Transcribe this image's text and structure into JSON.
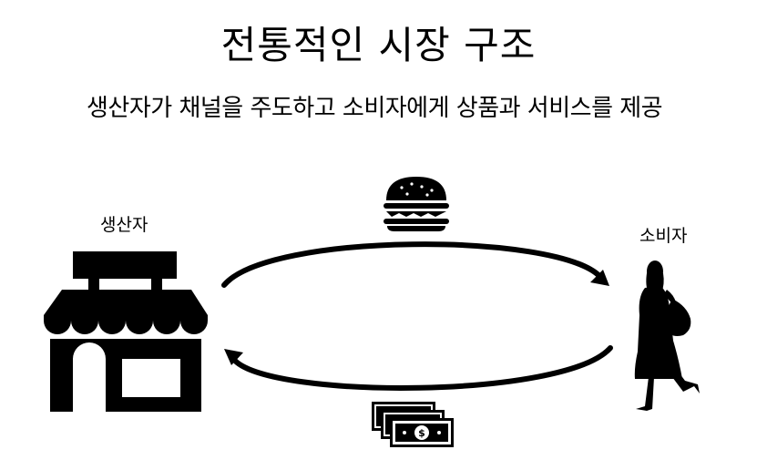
{
  "diagram": {
    "title": "전통적인 시장 구조",
    "subtitle": "생산자가 채널을 주도하고 소비자에게 상품과 서비스를 제공",
    "producer_label": "생산자",
    "consumer_label": "소비자"
  },
  "icons": {
    "producer": "store-icon",
    "consumer": "woman-walking-icon",
    "goods": "burger-icon",
    "payment": "money-stack-icon",
    "flows": [
      "arrow-to-consumer",
      "arrow-to-producer"
    ]
  }
}
